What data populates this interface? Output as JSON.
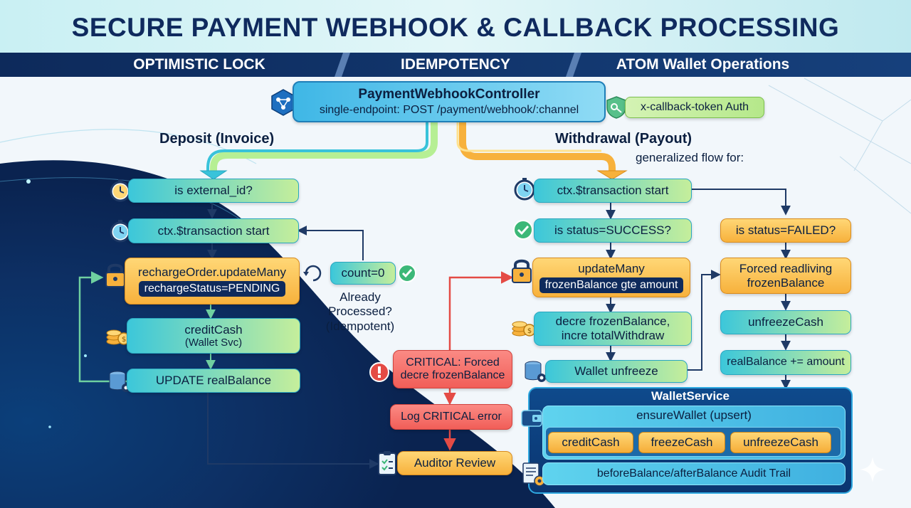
{
  "header": {
    "title": "SECURE PAYMENT WEBHOOK & CALLBACK PROCESSING",
    "bands": [
      "OPTIMISTIC LOCK",
      "IDEMPOTENCY",
      "ATOM Wallet Operations"
    ]
  },
  "controller": {
    "name": "PaymentWebhookController",
    "endpoint": "single-endpoint: POST /payment/webhook/:channel",
    "auth": "x-callback-token Auth"
  },
  "deposit": {
    "label": "Deposit (Invoice)",
    "is_external_id": "is external_id?",
    "tx_start": "ctx.$transaction start",
    "update_many": "rechargeOrder.updateMany",
    "status_pending": "rechargeStatus=PENDING",
    "count_zero": "count=0",
    "already_processed": "Already\nProcessed?\n(Idempotent)",
    "credit_cash": "creditCash",
    "wallet_svc": "(Wallet Svc)",
    "update_real_balance": "UPDATE realBalance"
  },
  "withdrawal": {
    "label": "Withdrawal (Payout)",
    "generalized": "generalized flow for:",
    "tx_start": "ctx.$transaction start",
    "is_success": "is status=SUCCESS?",
    "update_many": "updateMany",
    "frozen_gte": "frozenBalance gte amount",
    "decre_incre": "decre frozenBalance,\nincre totalWithdraw",
    "wallet_unfreeze": "Wallet unfreeze",
    "is_failed": "is status=FAILED?",
    "forced_readliving": "Forced readliving\nfrozenBalance",
    "unfreeze_cash": "unfreezeCash",
    "real_balance_plus": "realBalance += amount",
    "critical": "CRITICAL: Forced\ndecre frozenBalance",
    "log_critical": "Log CRITICAL error",
    "auditor_review": "Auditor Review"
  },
  "wallet_service": {
    "title": "WalletService",
    "ensure": "ensureWallet (upsert)",
    "ops": [
      "creditCash",
      "freezeCash",
      "unfreezeCash"
    ],
    "audit": "beforeBalance/afterBalance Audit Trail"
  },
  "colors": {
    "title": "#0f2a5e",
    "band": "#0e2a5c",
    "teal_start": "#3cc7da",
    "teal_end": "#c5ee9b",
    "orange": "#f7b13c",
    "red": "#f15e58",
    "arrow": "#1f3a66",
    "green_arrow": "#6fd0a0"
  },
  "icons": [
    "stopwatch-icon",
    "padlock-icon",
    "coins-icon",
    "database-gear-icon",
    "checkmark-icon",
    "shield-key-icon",
    "network-gear-icon",
    "warning-icon",
    "clipboard-icon",
    "refresh-icon",
    "wallet-icon",
    "audit-doc-icon",
    "sparkle-icon"
  ]
}
